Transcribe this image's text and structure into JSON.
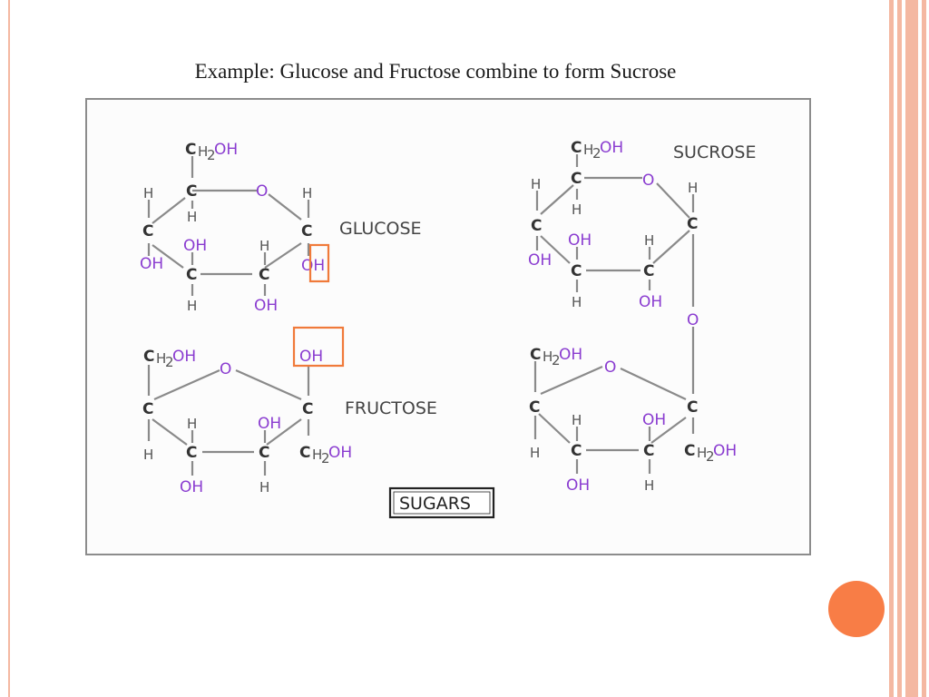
{
  "slide": {
    "title": "Example:  Glucose and Fructose combine to form Sucrose"
  },
  "figure": {
    "corner_tag": "",
    "glucose_label": "GLUCOSE",
    "fructose_label": "FRUCTOSE",
    "sucrose_label": "SUCROSE",
    "badge": "SUGARS"
  },
  "colors": {
    "accent": "#f87d46",
    "border_stripe": "#f4b8a2",
    "oxygen": "#8a3cd0",
    "highlight": "#f07a3a"
  }
}
